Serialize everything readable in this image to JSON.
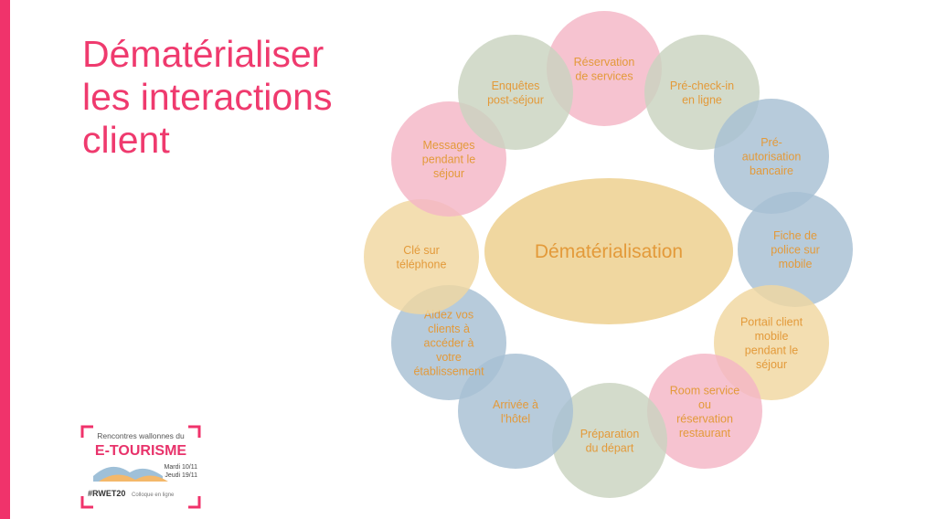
{
  "colors": {
    "accent": "#f0336b",
    "title": "#ef3a6e",
    "node_text": "#e39a3a",
    "pink": "#f4b6c6",
    "green": "#c9d3c0",
    "blue": "#a7bfd3",
    "yellow": "#f0d7a0"
  },
  "title_lines": [
    "Dématérialiser",
    "les interactions",
    "client"
  ],
  "center": {
    "label": "Dématérialisation",
    "color": "yellow"
  },
  "nodes": [
    {
      "lines": [
        "Réservation",
        "de services"
      ],
      "color": "pink"
    },
    {
      "lines": [
        "Pré-check-in",
        "en ligne"
      ],
      "color": "green"
    },
    {
      "lines": [
        "Pré-",
        "autorisation",
        "bancaire"
      ],
      "color": "blue"
    },
    {
      "lines": [
        "Fiche de",
        "police sur",
        "mobile"
      ],
      "color": "blue"
    },
    {
      "lines": [
        "Portail client",
        "mobile",
        "pendant le",
        "séjour"
      ],
      "color": "yellow"
    },
    {
      "lines": [
        "Room service",
        "ou",
        "réservation",
        "restaurant"
      ],
      "color": "pink"
    },
    {
      "lines": [
        "Préparation",
        "du départ"
      ],
      "color": "green"
    },
    {
      "lines": [
        "Arrivée à",
        "l'hôtel"
      ],
      "color": "blue"
    },
    {
      "lines": [
        "Aidez vos",
        "clients à",
        "accéder à",
        "votre",
        "établissement"
      ],
      "color": "blue"
    },
    {
      "lines": [
        "Clé sur",
        "téléphone"
      ],
      "color": "yellow"
    },
    {
      "lines": [
        "Messages",
        "pendant le",
        "séjour"
      ],
      "color": "pink"
    },
    {
      "lines": [
        "Enquêtes",
        "post-séjour"
      ],
      "color": "green"
    }
  ],
  "logo": {
    "line1": "Rencontres wallonnes du",
    "line2": "E-TOURISME",
    "date1": "Mardi 10/11",
    "date2": "Jeudi 19/11",
    "hashtag": "#RWET20",
    "tagline": "Colloque en ligne"
  }
}
